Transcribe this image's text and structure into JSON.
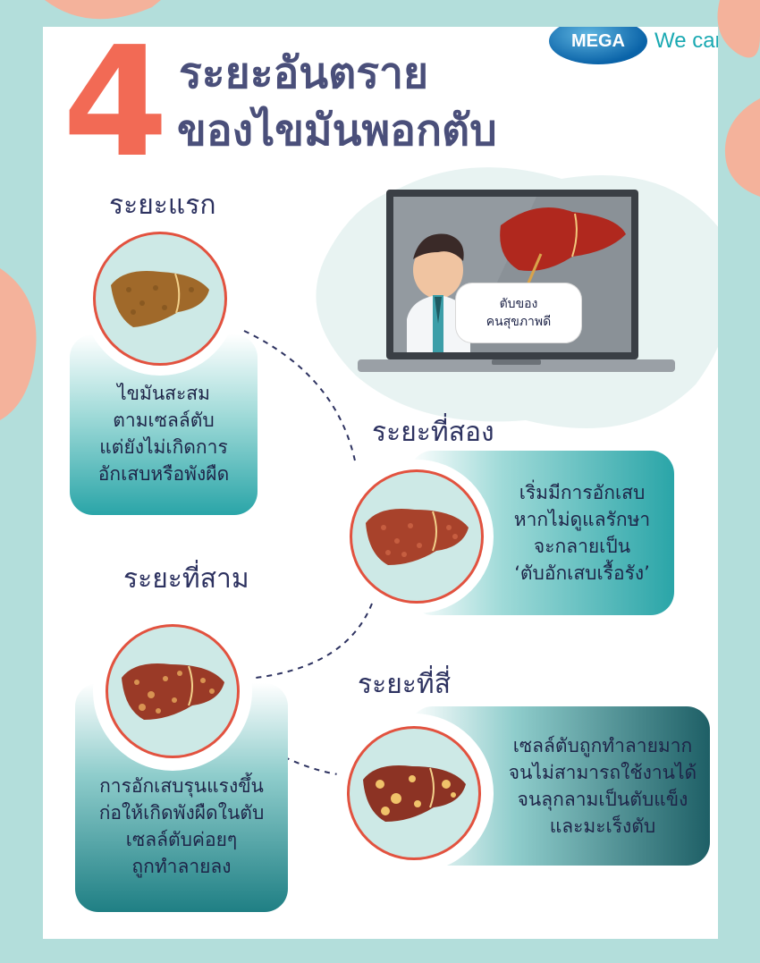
{
  "header": {
    "number": "4",
    "title_line1": "ระยะอันตราย",
    "title_line2": "ของไขมันพอกตับ"
  },
  "logo": {
    "brand": "MEGA",
    "tagline": "We care"
  },
  "doctor": {
    "speech_line1": "ตับของ",
    "speech_line2": "คนสุขภาพดี"
  },
  "stages": [
    {
      "title": "ระยะแรก",
      "description": "ไขมันสะสม\nตามเซลล์ตับ\nแต่ยังไม่เกิดการ\nอักเสบหรือพังผืด"
    },
    {
      "title": "ระยะที่สอง",
      "description": "เริ่มมีการอักเสบ\nหากไม่ดูแลรักษา\nจะกลายเป็น\n‘ตับอักเสบเรื้อรัง’"
    },
    {
      "title": "ระยะที่สาม",
      "description": "การอักเสบรุนแรงขึ้น\nก่อให้เกิดพังผืดในตับ\nเซลล์ตับค่อยๆ\nถูกทำลายลง"
    },
    {
      "title": "ระยะที่สี่",
      "description": "เซลล์ตับถูกทำลายมาก\nจนไม่สามารถใช้งานได้\nจนลุกลามเป็นตับแข็ง\nและมะเร็งตับ"
    }
  ],
  "colors": {
    "background": "#b3dedb",
    "accent_number": "#f26a55",
    "title": "#4a4f7a",
    "teal": "#2aa5a8",
    "dark_teal": "#1f6e73"
  }
}
